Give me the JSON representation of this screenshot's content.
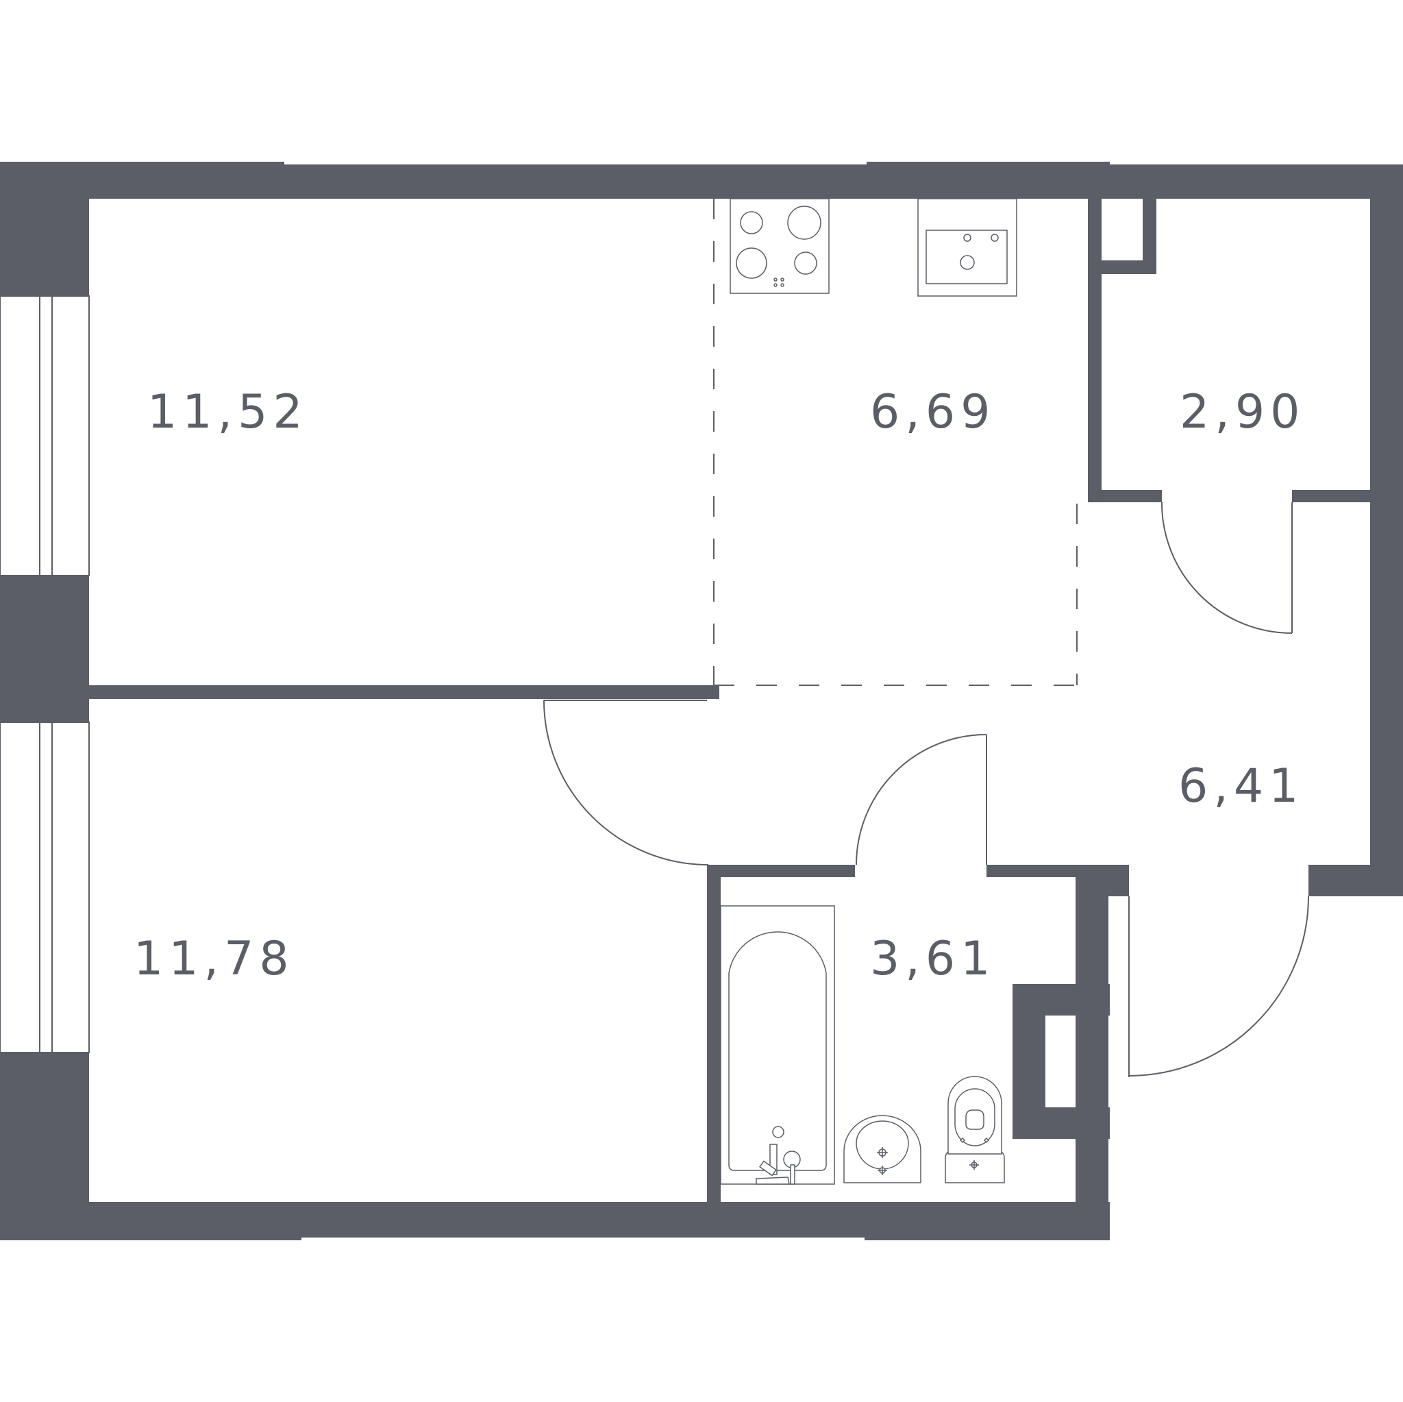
{
  "plan": {
    "rooms": [
      {
        "id": "living-room",
        "area": "11,52"
      },
      {
        "id": "kitchen",
        "area": "6,69"
      },
      {
        "id": "storage",
        "area": "2,90"
      },
      {
        "id": "hallway",
        "area": "6,41"
      },
      {
        "id": "bedroom",
        "area": "11,78"
      },
      {
        "id": "bathroom",
        "area": "3,61"
      }
    ],
    "colors": {
      "wall": "#5b5e66",
      "background": "#ffffff"
    },
    "icons": [
      "stove-icon",
      "sink-icon",
      "bathtub-icon",
      "washbasin-icon",
      "toilet-icon"
    ]
  }
}
